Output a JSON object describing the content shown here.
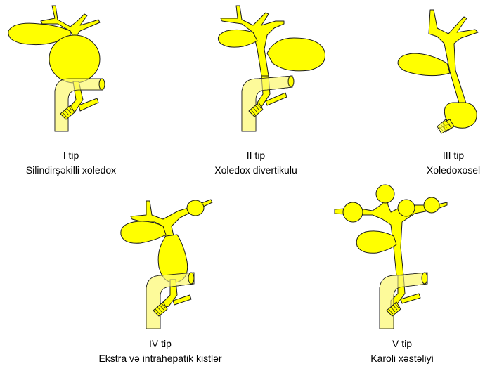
{
  "colors": {
    "duct_fill": "#ffff00",
    "duodenum_fill": "#fdfa9a",
    "outline": "#1a1a1a",
    "text": "#000000",
    "background": "#ffffff"
  },
  "types": [
    {
      "id": "type-1",
      "label": "I tip",
      "name": "Silindirşəkilli xoledox"
    },
    {
      "id": "type-2",
      "label": "II tip",
      "name": "Xoledox divertikulu"
    },
    {
      "id": "type-3",
      "label": "III tip",
      "name": "Xoledoxosel"
    },
    {
      "id": "type-4",
      "label": "IV tip",
      "name": "Ekstra və intrahepatik kistlər"
    },
    {
      "id": "type-5",
      "label": "V tip",
      "name": "Karoli xəstəliyi"
    }
  ]
}
